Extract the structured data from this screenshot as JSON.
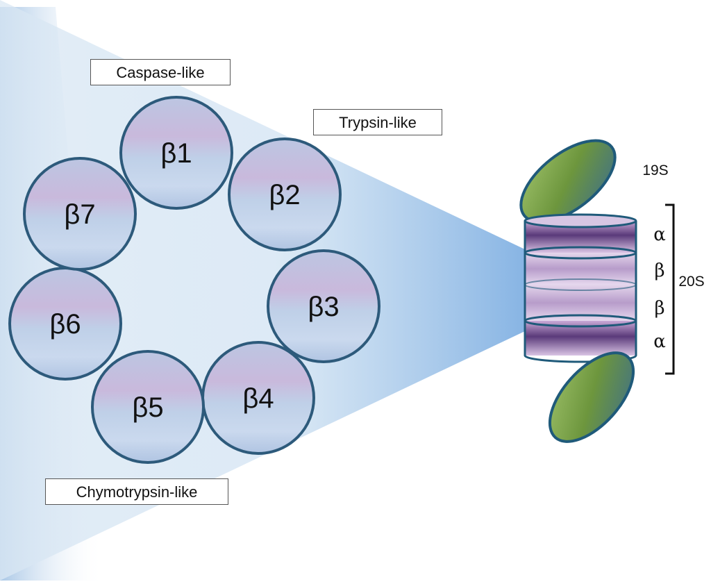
{
  "activity_labels": {
    "caspase": "Caspase-like",
    "trypsin": "Trypsin-like",
    "chymotrypsin": "Chymotrypsin-like"
  },
  "subunits": [
    "β1",
    "β2",
    "β3",
    "β4",
    "β5",
    "β6",
    "β7"
  ],
  "proteasome": {
    "cap_label": "19S",
    "core_label": "20S",
    "rings": [
      "α",
      "β",
      "β",
      "α"
    ]
  },
  "colors": {
    "circle_stroke": "#2d5a7b",
    "cap_fill": "#6f9a3f",
    "ring_dark": "#5a3a7a",
    "beam": "#4d8fd0"
  }
}
